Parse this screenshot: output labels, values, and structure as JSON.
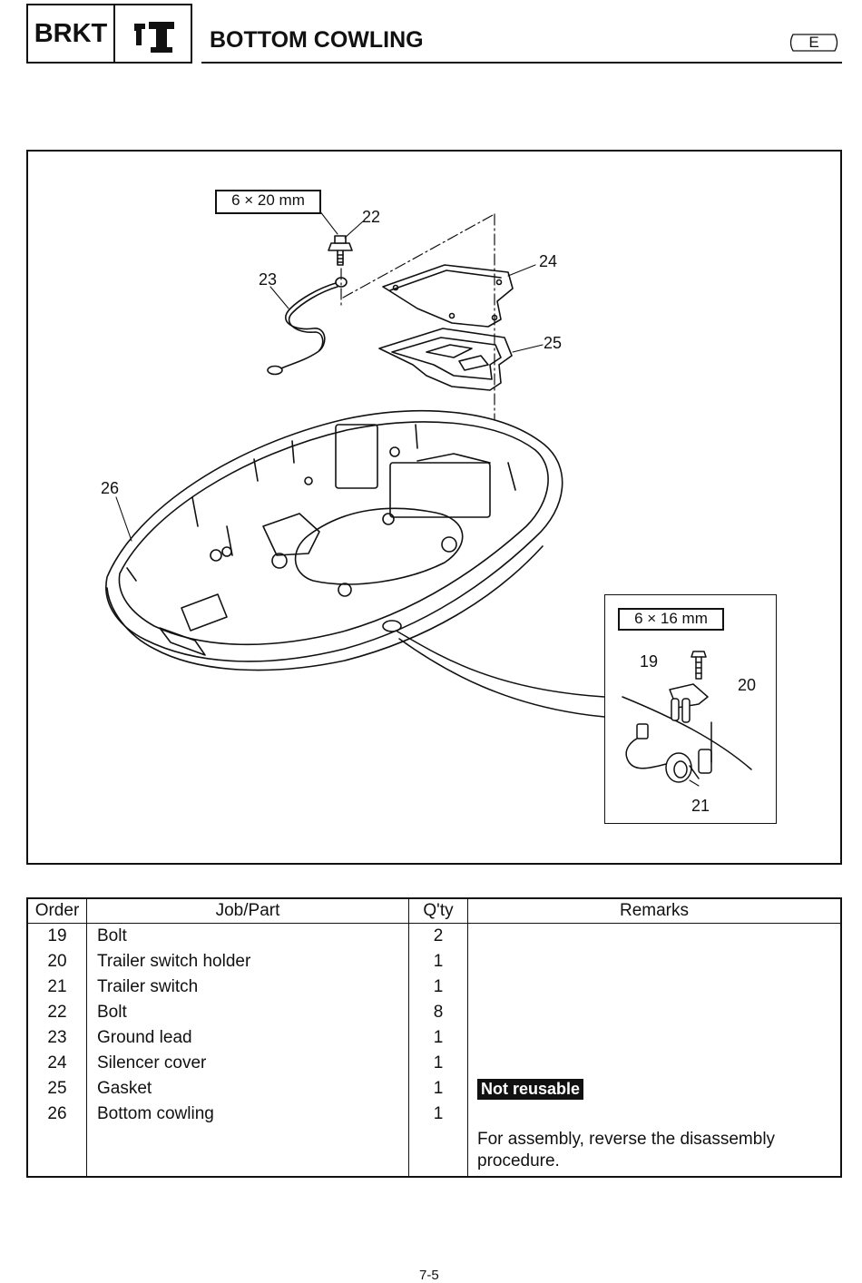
{
  "header": {
    "section_code": "BRKT",
    "section_icon": "bracket-icon",
    "title": "BOTTOM COWLING",
    "language_mark": "E"
  },
  "figure": {
    "main_bolt_size": "6 × 20 mm",
    "detail_bolt_size": "6 × 16 mm",
    "callouts": {
      "c19": "19",
      "c20": "20",
      "c21": "21",
      "c22": "22",
      "c23": "23",
      "c24": "24",
      "c25": "25",
      "c26": "26"
    }
  },
  "table": {
    "headers": {
      "order": "Order",
      "part": "Job/Part",
      "qty": "Q'ty",
      "remarks": "Remarks"
    },
    "rows": [
      {
        "order": "19",
        "part": "Bolt",
        "qty": "2",
        "remark": ""
      },
      {
        "order": "20",
        "part": "Trailer switch holder",
        "qty": "1",
        "remark": ""
      },
      {
        "order": "21",
        "part": "Trailer switch",
        "qty": "1",
        "remark": ""
      },
      {
        "order": "22",
        "part": "Bolt",
        "qty": "8",
        "remark": ""
      },
      {
        "order": "23",
        "part": "Ground lead",
        "qty": "1",
        "remark": ""
      },
      {
        "order": "24",
        "part": "Silencer cover",
        "qty": "1",
        "remark": ""
      },
      {
        "order": "25",
        "part": "Gasket",
        "qty": "1",
        "remark": "Not reusable"
      },
      {
        "order": "26",
        "part": "Bottom cowling",
        "qty": "1",
        "remark": ""
      }
    ],
    "final_note": "For assembly, reverse the disassembly procedure."
  },
  "page_number": "7-5"
}
